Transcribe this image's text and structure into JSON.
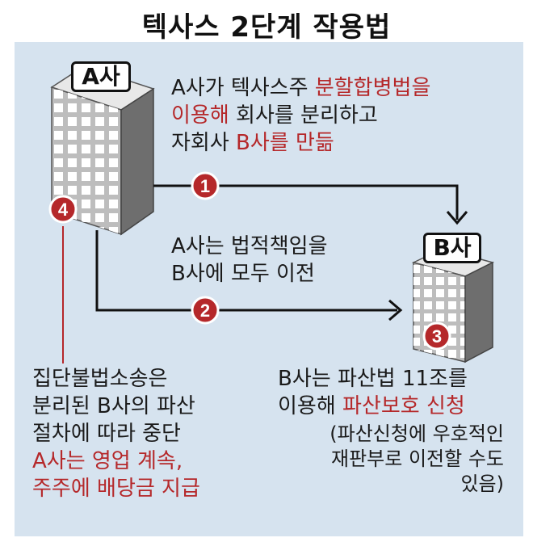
{
  "title": "텍사스 2단계 작용법",
  "company_a_label": "A사",
  "company_b_label": "B사",
  "steps": [
    "1",
    "2",
    "3",
    "4"
  ],
  "text_step1": {
    "l1a": "A사가 텍사스주 ",
    "l1b": "분할합병법을",
    "l2a": "이용해",
    "l2b": " 회사를 분리하고",
    "l3a": "자회사 ",
    "l3b": "B사를 만듦"
  },
  "text_step2": {
    "l1": "A사는 법적책임을",
    "l2": "B사에 모두 이전"
  },
  "text_step3": {
    "l1": "B사는 파산법 11조를",
    "l2a": "이용해 ",
    "l2b": "파산보호 신청",
    "p1": "(파산신청에 우호적인",
    "p2": "재판부로 이전할 수도",
    "p3": "있음)"
  },
  "text_step4": {
    "l1": "집단불법소송은",
    "l2": "분리된 B사의 파산",
    "l3": "절차에 따라 중단",
    "l4": "A사는 영업 계속,",
    "l5": "주주에 배당금 지급"
  },
  "colors": {
    "accent": "#b5282a",
    "panel": "#d6e3ef",
    "building_dark": "#6e6e6e"
  }
}
